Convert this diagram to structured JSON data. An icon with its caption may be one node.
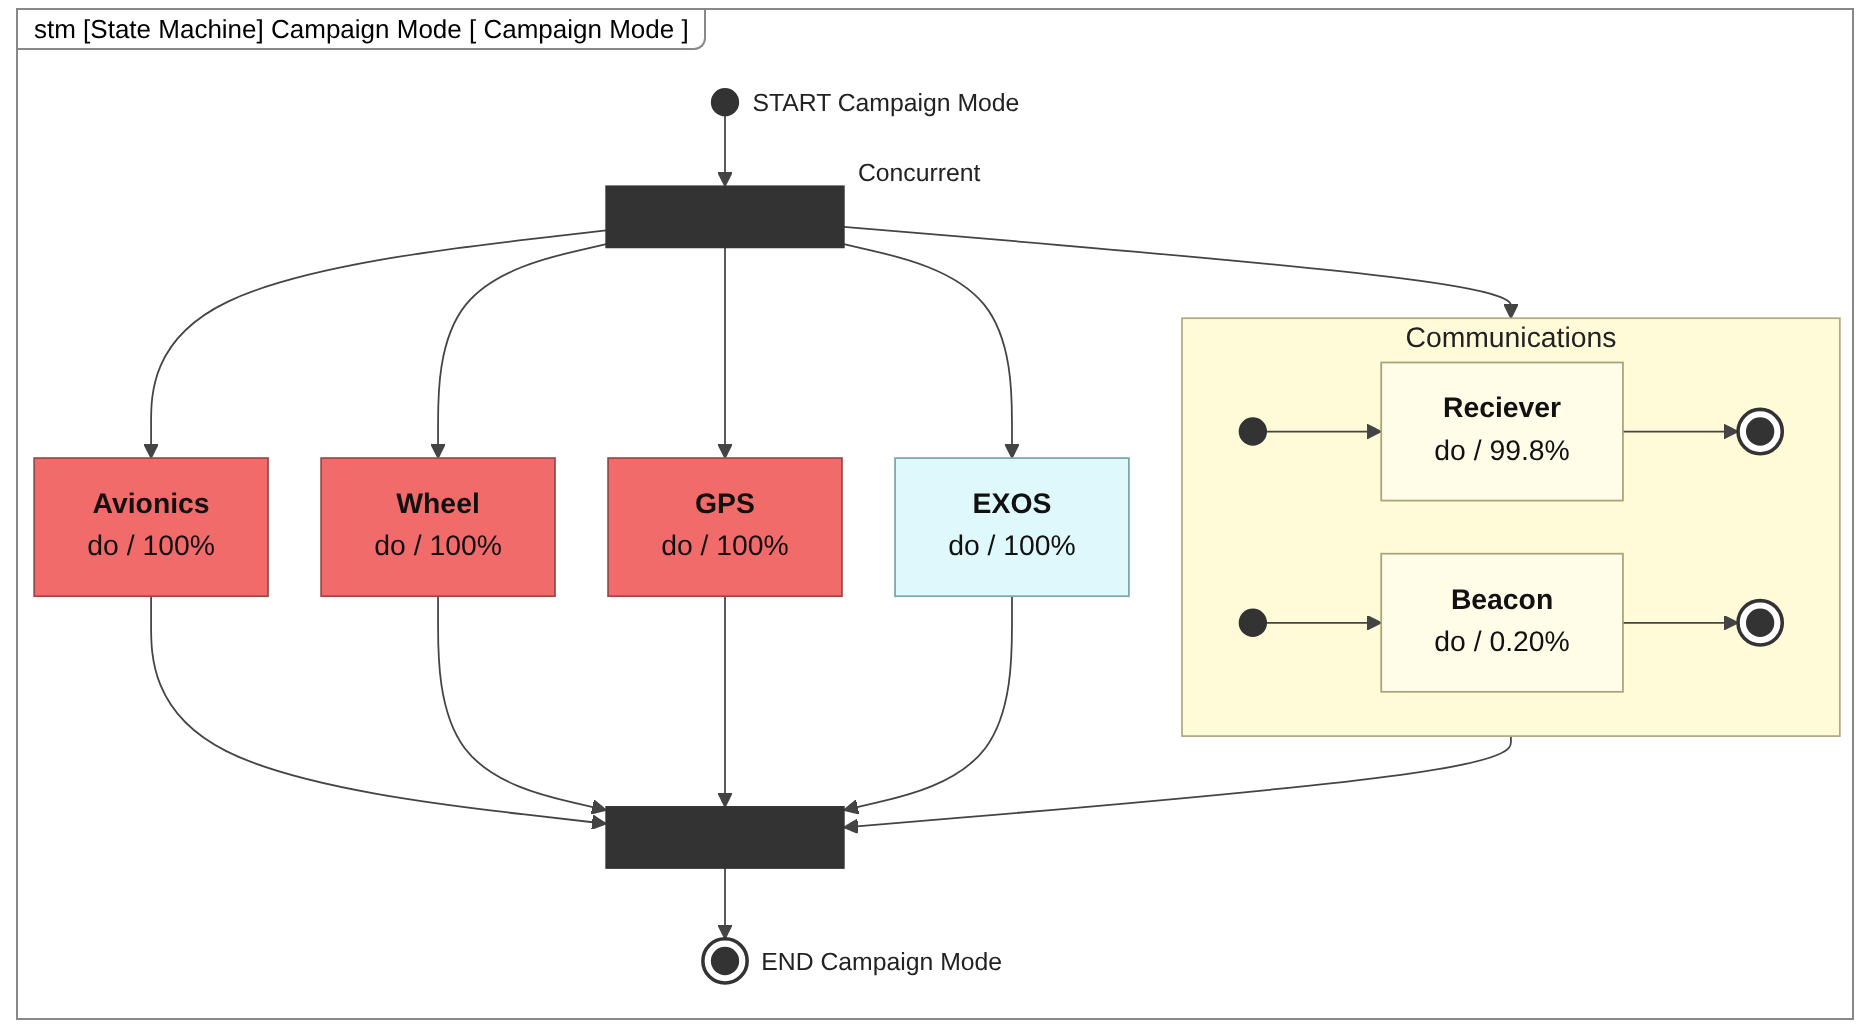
{
  "diagram": {
    "title": "stm [State Machine] Campaign Mode [ Campaign Mode ]",
    "nodes": [
      {
        "text": [],
        "shape": "circle",
        "beside": [
          "START Campaign Mode"
        ]
      },
      {
        "text": [],
        "shape": "bar",
        "beside": [
          "Concurrent"
        ]
      },
      {
        "text": [
          "Avionics",
          "do / 100%"
        ]
      },
      {
        "text": [
          "Wheel",
          "do / 100%"
        ]
      },
      {
        "text": [
          "GPS",
          "do / 100%"
        ]
      },
      {
        "text": [
          "EXOS",
          "do / 100%"
        ]
      },
      {
        "text": [
          "Communications"
        ]
      },
      {
        "text": [],
        "shape": "circle",
        "in": 6
      },
      {
        "text": [
          "Reciever",
          "do / 99.8%"
        ],
        "in": 6
      },
      {
        "text": [],
        "shape": "bullseye",
        "in": 6
      },
      {
        "text": [],
        "shape": "circle",
        "in": 6
      },
      {
        "text": [
          "Beacon",
          "do / 0.20%"
        ],
        "in": 6
      },
      {
        "text": [],
        "shape": "bullseye",
        "in": 6
      },
      {
        "text": [],
        "shape": "bar"
      },
      {
        "text": [],
        "shape": "bullseye",
        "beside": [
          "END Campaign Mode"
        ]
      }
    ],
    "edges": [
      {
        "from": 0,
        "to": 1,
        "arrow": "to"
      },
      {
        "from": 1,
        "to": 2,
        "arrow": "to"
      },
      {
        "from": 1,
        "to": 3,
        "arrow": "to"
      },
      {
        "from": 1,
        "to": 4,
        "arrow": "to"
      },
      {
        "from": 1,
        "to": 5,
        "arrow": "to"
      },
      {
        "from": 1,
        "to": 6,
        "arrow": "to"
      },
      {
        "from": 7,
        "to": 8,
        "arrow": "to"
      },
      {
        "from": 8,
        "to": 9,
        "arrow": "to"
      },
      {
        "from": 10,
        "to": 11,
        "arrow": "to"
      },
      {
        "from": 11,
        "to": 12,
        "arrow": "to"
      },
      {
        "from": 2,
        "to": 13,
        "arrow": "to"
      },
      {
        "from": 3,
        "to": 13,
        "arrow": "to"
      },
      {
        "from": 4,
        "to": 13,
        "arrow": "to"
      },
      {
        "from": 5,
        "to": 13,
        "arrow": "to"
      },
      {
        "from": 6,
        "to": 13,
        "arrow": "to"
      },
      {
        "from": 13,
        "to": 14,
        "arrow": "to"
      }
    ]
  }
}
